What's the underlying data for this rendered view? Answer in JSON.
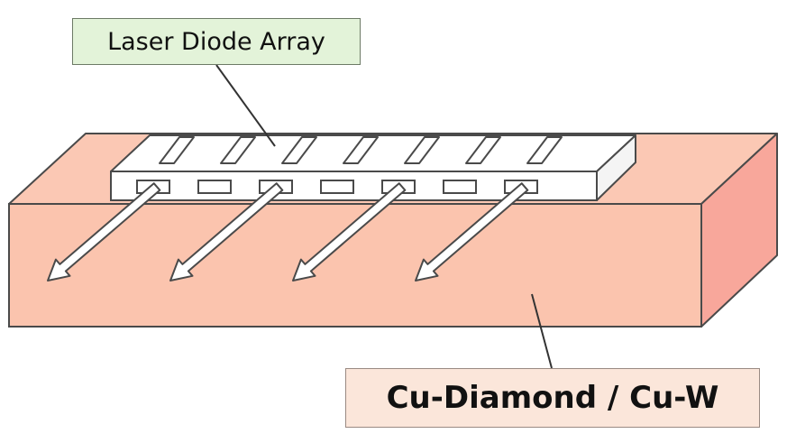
{
  "labels": {
    "laser_diode_array": "Laser Diode Array",
    "substrate": "Cu-Diamond / Cu-W"
  },
  "colors": {
    "substrate_front": "#fbc4ae",
    "substrate_top": "#fbc8b4",
    "substrate_side": "#f8a79b",
    "outline": "#4a4a4a",
    "diode_bar": "#ffffff",
    "array_label_bg": "#e3f3d9",
    "substrate_label_bg": "#fbe6da"
  },
  "icons": {
    "emission_arrow": "hollow-arrow-down-left"
  },
  "emitters": {
    "total": 7,
    "emitting_count": 4
  }
}
